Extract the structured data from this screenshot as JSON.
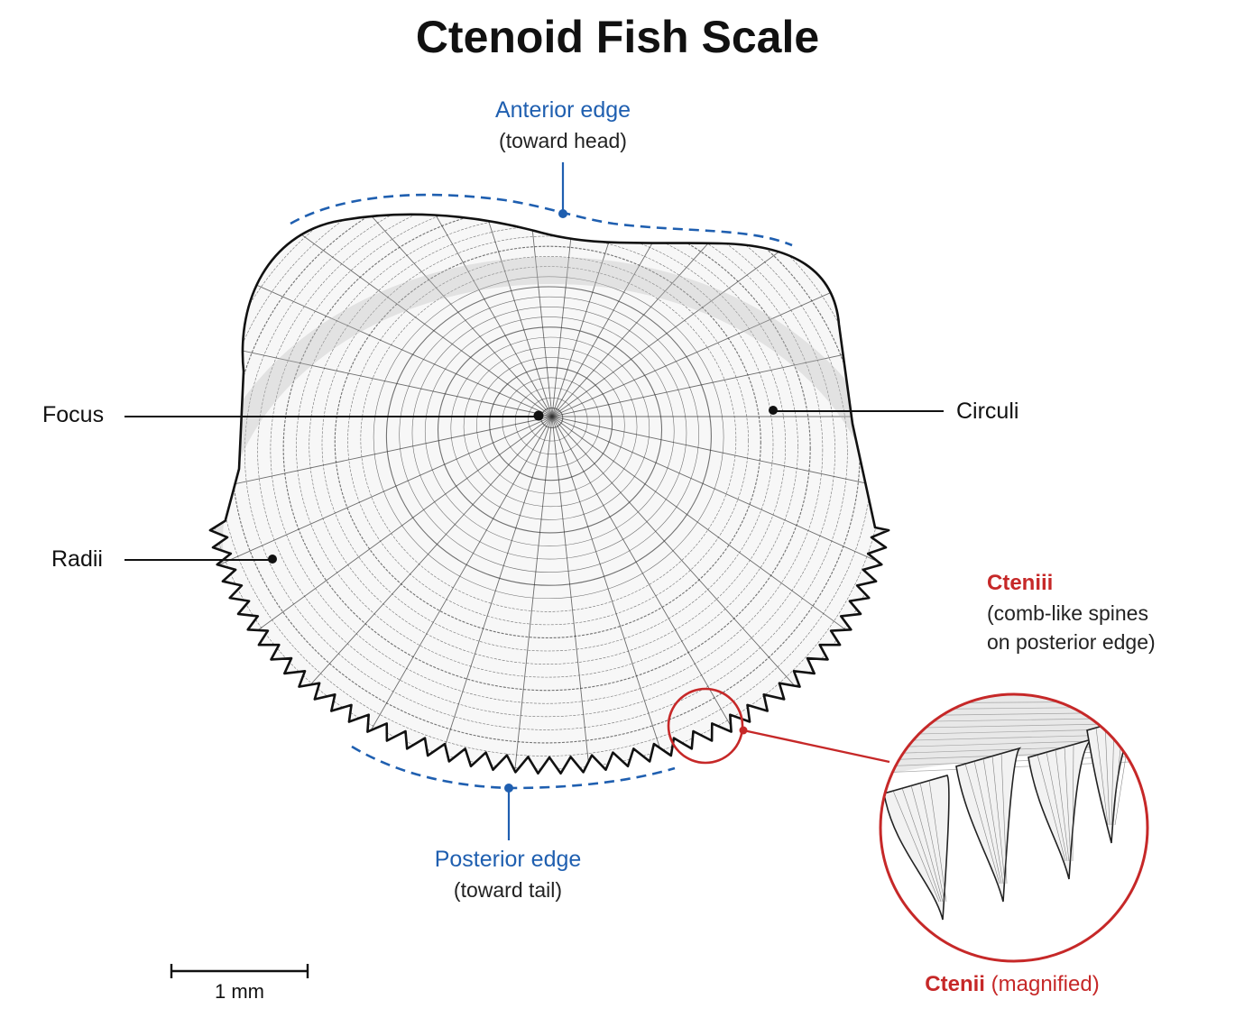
{
  "title": "Ctenoid Fish Scale",
  "anterior": {
    "label": "Anterior edge",
    "sub": "(toward head)"
  },
  "posterior": {
    "label": "Posterior edge",
    "sub": "(toward tail)"
  },
  "labels": {
    "focus": "Focus",
    "circuli": "Circuli",
    "radii": "Radii"
  },
  "ctenii_callout": {
    "label": "Cteniii",
    "line1": "(comb-like spines",
    "line2": "on posterior edge)"
  },
  "magnified": {
    "bold": "Ctenii",
    "rest": "(magnified)"
  },
  "scale_bar": {
    "label": "1 mm"
  },
  "colors": {
    "blue": "#1f5fb0",
    "red": "#c62828",
    "ink": "#111111"
  }
}
